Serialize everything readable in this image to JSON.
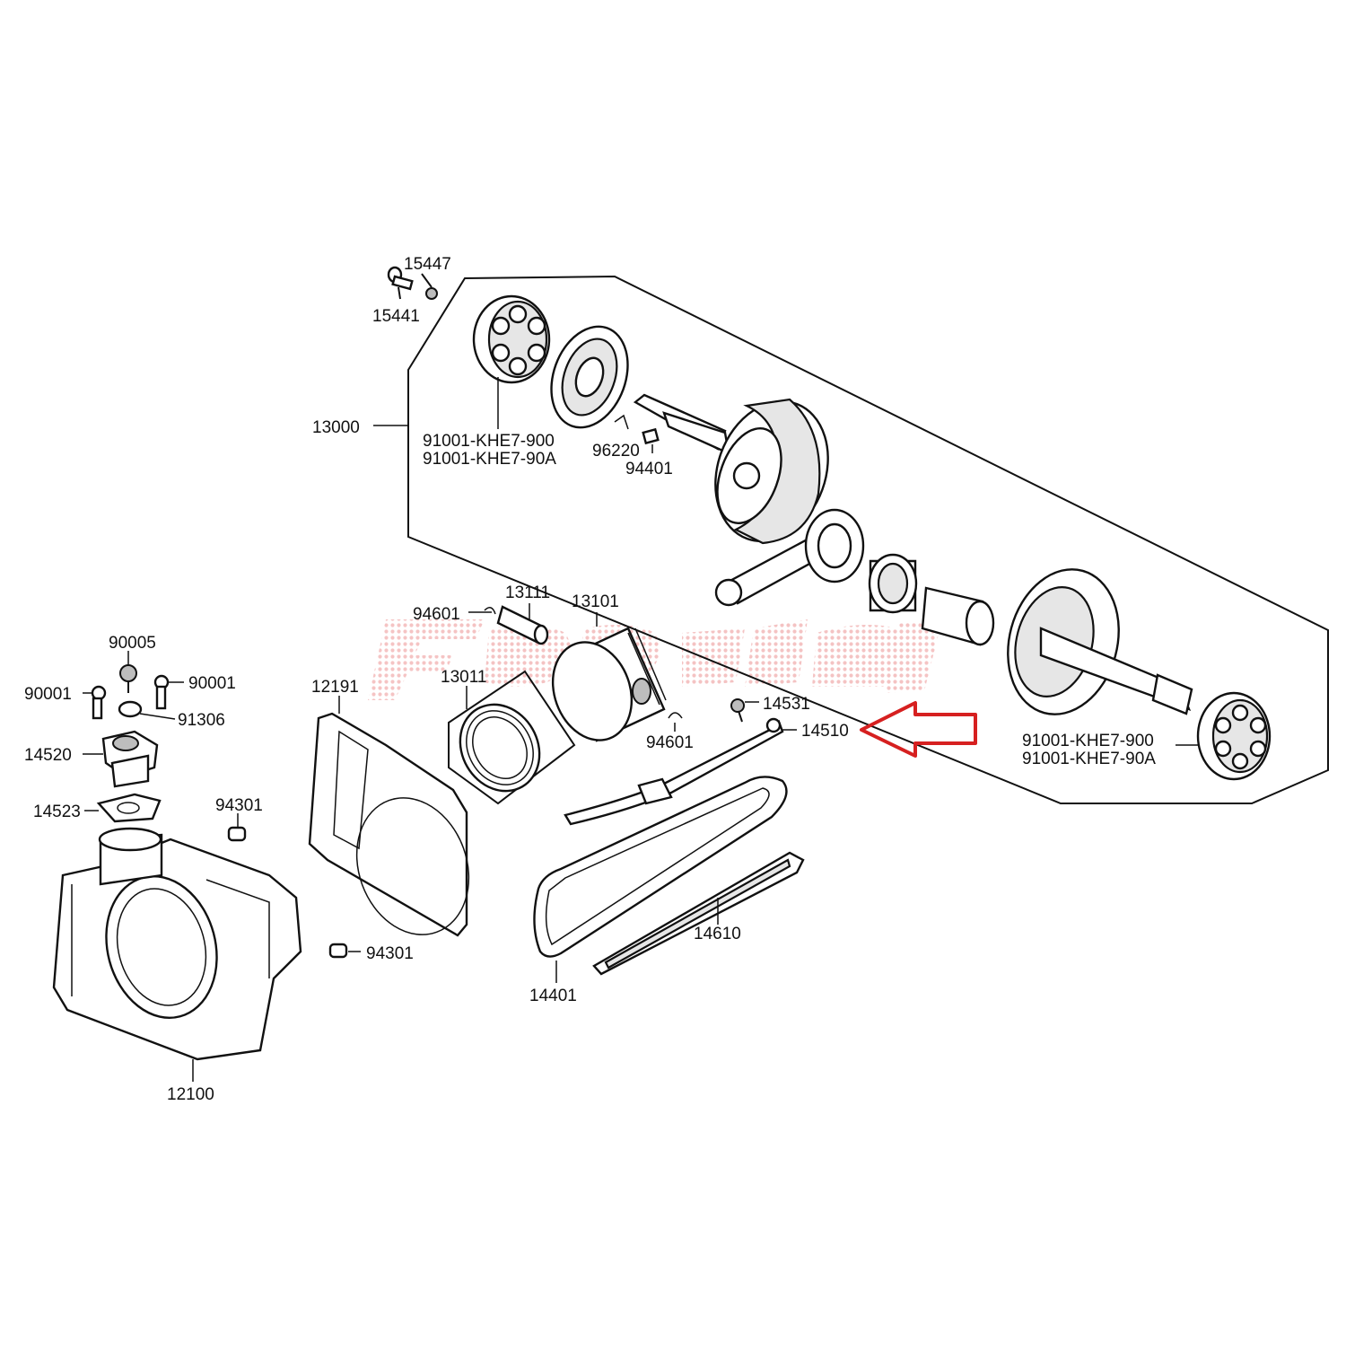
{
  "diagram": {
    "watermark_color": "#f2b3b3",
    "arrow_color": "#d62020",
    "highlighted_part": "14510",
    "labels": {
      "p15447": "15447",
      "p15441": "15441",
      "p13000": "13000",
      "p91001_a1": "91001-KHE7-900",
      "p91001_b1": "91001-KHE7-90A",
      "p96220": "96220",
      "p94401": "94401",
      "p94601_a": "94601",
      "p13111": "13111",
      "p13101": "13101",
      "p13011": "13011",
      "p94601_b": "94601",
      "p14531": "14531",
      "p14510": "14510",
      "p91001_a2": "91001-KHE7-900",
      "p91001_b2": "91001-KHE7-90A",
      "p90005": "90005",
      "p90001_l": "90001",
      "p90001_r": "90001",
      "p91306": "91306",
      "p14520": "14520",
      "p14523": "14523",
      "p94301_a": "94301",
      "p94301_b": "94301",
      "p12191": "12191",
      "p12100": "12100",
      "p14610": "14610",
      "p14401": "14401"
    }
  }
}
